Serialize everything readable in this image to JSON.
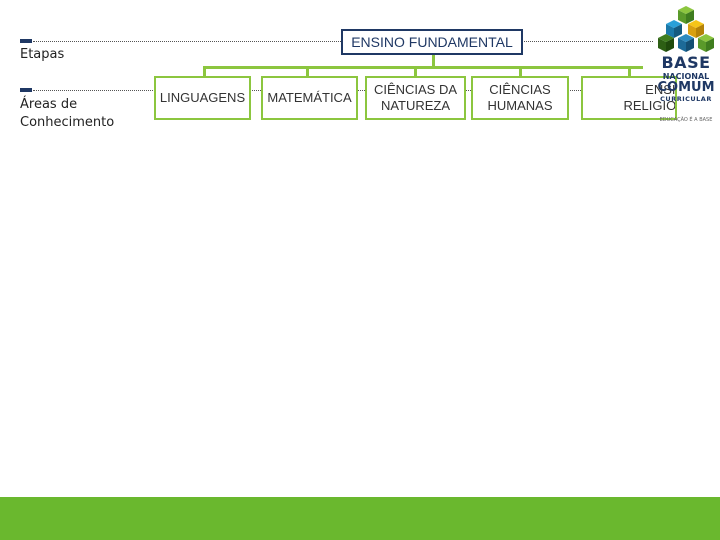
{
  "rows": {
    "etapas": "Etapas",
    "areas_line1": "Áreas de",
    "areas_line2": "Conhecimento"
  },
  "top_box": {
    "label": "ENSINO FUNDAMENTAL"
  },
  "areas": [
    {
      "line1": "LINGUAGENS",
      "line2": ""
    },
    {
      "line1": "MATEMÁTICA",
      "line2": ""
    },
    {
      "line1": "CIÊNCIAS DA",
      "line2": "NATUREZA"
    },
    {
      "line1": "CIÊNCIAS",
      "line2": "HUMANAS"
    },
    {
      "line1": "ENSINO",
      "line2": "RELIGIOSO"
    }
  ],
  "logo": {
    "line1": "BASE",
    "line2": "NACIONAL",
    "line3": "COMUM",
    "line4": "CURRICULAR",
    "tagline": "EDUCAÇÃO É A BASE"
  },
  "colors": {
    "accent_green": "#8cc63f",
    "navy": "#1f3864",
    "footer_green": "#6ab82e"
  }
}
